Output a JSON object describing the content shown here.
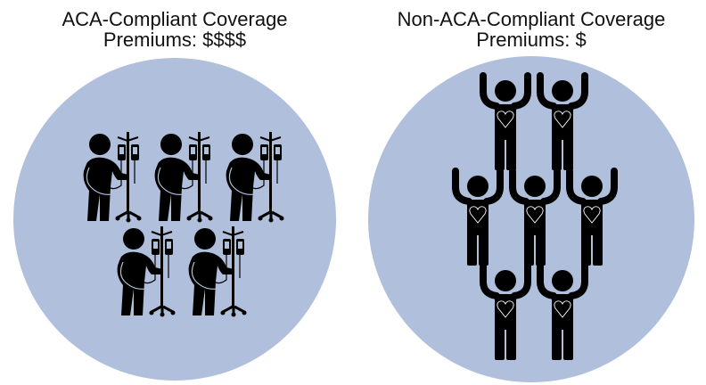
{
  "left_panel": {
    "title": "ACA-Compliant Coverage",
    "subtitle": "Premiums: $$$$",
    "figure_count": 5,
    "figure_type": "sick-person-with-iv-icon"
  },
  "right_panel": {
    "title": "Non-ACA-Compliant Coverage",
    "subtitle": "Premiums: $",
    "figure_count": 7,
    "figure_type": "healthy-person-cheering-icon"
  },
  "colors": {
    "circle": "#b0bfdc",
    "figure": "#000000",
    "heart": "#ffffff"
  }
}
